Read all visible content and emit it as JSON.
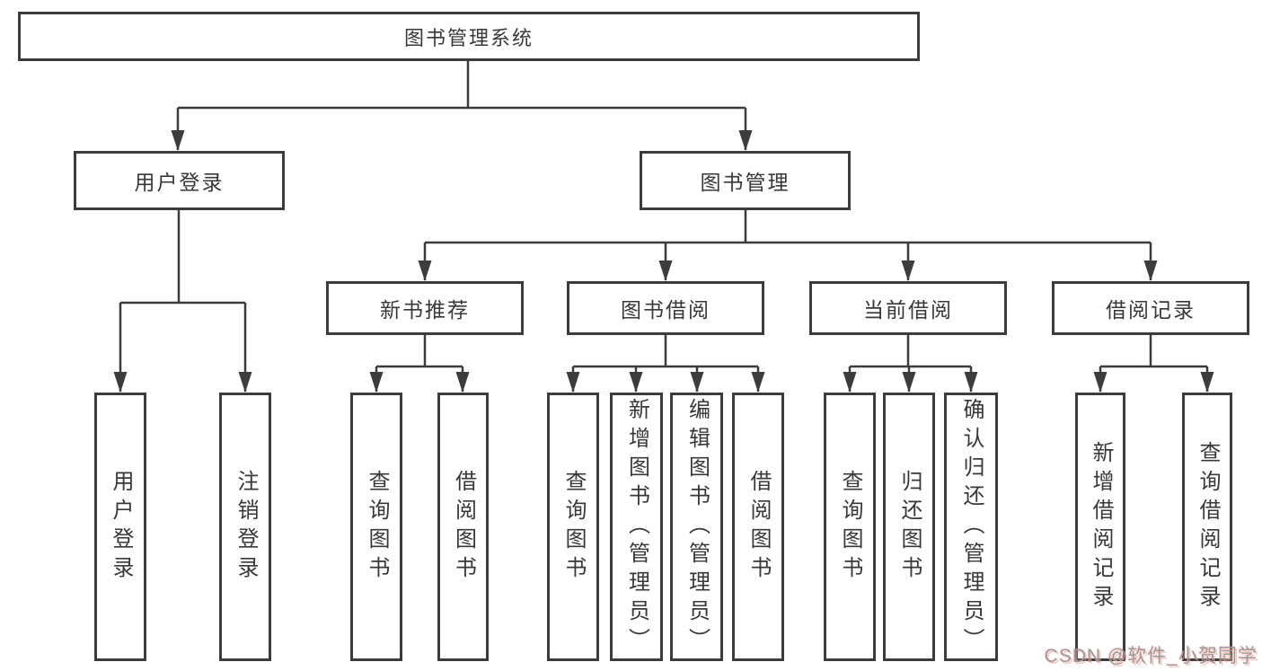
{
  "tree": {
    "root": {
      "label": "图书管理系统",
      "children": [
        {
          "label": "用户登录",
          "children": [
            {
              "label": "用户登录"
            },
            {
              "label": "注销登录"
            }
          ]
        },
        {
          "label": "图书管理",
          "children": [
            {
              "label": "新书推荐",
              "children": [
                {
                  "label": "查询图书"
                },
                {
                  "label": "借阅图书"
                }
              ]
            },
            {
              "label": "图书借阅",
              "children": [
                {
                  "label": "查询图书"
                },
                {
                  "label": "新增图书（管理员）"
                },
                {
                  "label": "编辑图书（管理员）"
                },
                {
                  "label": "借阅图书"
                }
              ]
            },
            {
              "label": "当前借阅",
              "children": [
                {
                  "label": "查询图书"
                },
                {
                  "label": "归还图书"
                },
                {
                  "label": "确认归还（管理员）"
                }
              ]
            },
            {
              "label": "借阅记录",
              "children": [
                {
                  "label": "新增借阅记录"
                },
                {
                  "label": "查询借阅记录"
                }
              ]
            }
          ]
        }
      ]
    }
  },
  "watermark": {
    "text": "CSDN @软件_小贺同学"
  },
  "colors": {
    "line": "#3c3c3c",
    "text": "#383838",
    "background": "#ffffff",
    "watermark_gray": "#9b9b9b",
    "watermark_pink": "#f7998c"
  }
}
